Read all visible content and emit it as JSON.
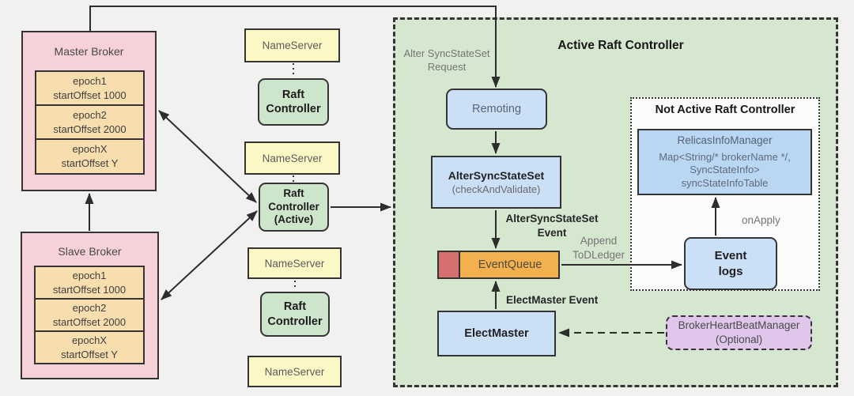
{
  "colors": {
    "background": "#f1f1f0",
    "broker_pink": "#f6d1d7",
    "epoch_tan": "#f8ddae",
    "nameserver_yellow": "#fcf8c6",
    "raft_green": "#cde5cb",
    "active_panel_green": "#d5e7ce",
    "module_blue": "#cbdff7",
    "replicas_blue": "#b9d6f2",
    "queue_orange": "#f2b14e",
    "queue_red": "#d57070",
    "heartbeat_purple": "#dfc6ea",
    "panel_white": "#fbfbfa",
    "line_dark": "#2d2d2d"
  },
  "master_broker": {
    "title": "Master Broker",
    "epochs": [
      {
        "line1": "epoch1",
        "line2": "startOffset 1000"
      },
      {
        "line1": "epoch2",
        "line2": "startOffset 2000"
      },
      {
        "line1": "epochX",
        "line2": "startOffset Y"
      }
    ]
  },
  "slave_broker": {
    "title": "Slave Broker",
    "epochs": [
      {
        "line1": "epoch1",
        "line2": "startOffset 1000"
      },
      {
        "line1": "epoch2",
        "line2": "startOffset 2000"
      },
      {
        "line1": "epochX",
        "line2": "startOffset Y"
      }
    ]
  },
  "nameserver_label": "NameServer",
  "raft_controller": {
    "line1": "Raft",
    "line2": "Controller"
  },
  "raft_controller_active": {
    "line1": "Raft",
    "line2": "Controller",
    "line3": "(Active)"
  },
  "active_controller": {
    "title": "Active Raft Controller",
    "request_label": {
      "line1": "Alter SyncStateSet",
      "line2": "Request"
    },
    "remoting": "Remoting",
    "alter_sync_box": {
      "line1": "AlterSyncStateSet",
      "line2": "(checkAndValidate)"
    },
    "alter_event_label": {
      "line1": "AlterSyncStateSet",
      "line2": "Event"
    },
    "append_label": {
      "line1": "Append",
      "line2": "ToDLedger"
    },
    "event_queue": "EventQueue",
    "elect_master_event_label": "ElectMaster Event",
    "elect_master": "ElectMaster"
  },
  "not_active_controller": {
    "title": "Not Active Raft Controller",
    "replicas_manager": {
      "title": "RelicasInfoManager",
      "line1": "Map<String/* brokerName */,",
      "line2": "SyncStateInfo>",
      "line3": "syncStateInfoTable"
    },
    "on_apply_label": "onApply",
    "event_logs": {
      "line1": "Event",
      "line2": "logs"
    }
  },
  "heartbeat_manager": {
    "line1": "BrokerHeartBeatManager",
    "line2": "(Optional)"
  }
}
